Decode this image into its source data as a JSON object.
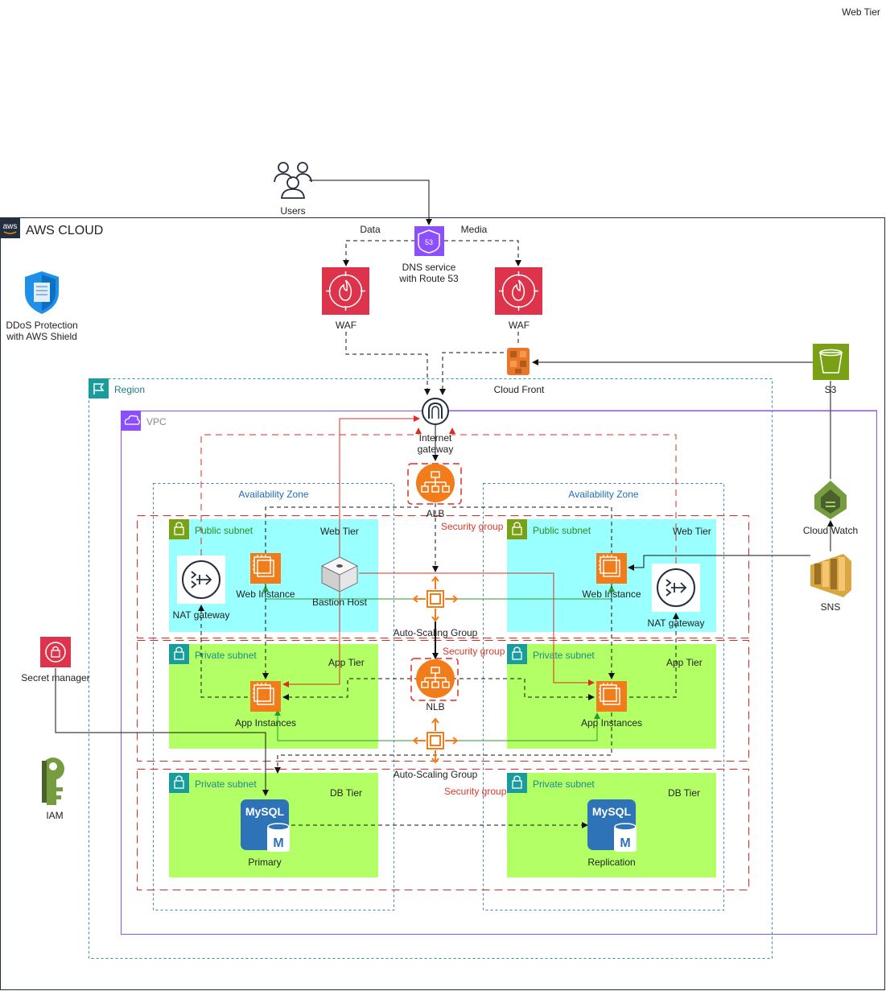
{
  "corner_label": "Web Tier",
  "cloud": {
    "title": "AWS CLOUD",
    "logo": "aws"
  },
  "users": {
    "label": "Users",
    "icon": "users-icon"
  },
  "dns": {
    "label_line1": "DNS service",
    "label_line2": "with Route 53",
    "badge": "53",
    "icon": "route53-icon"
  },
  "edge_labels": {
    "data": "Data",
    "media": "Media"
  },
  "waf_left": {
    "label": "WAF",
    "icon": "waf-icon"
  },
  "waf_right": {
    "label": "WAF",
    "icon": "waf-icon"
  },
  "cloudfront": {
    "label": "Cloud Front",
    "icon": "cloudfront-icon"
  },
  "s3": {
    "label": "S3",
    "icon": "s3-bucket-icon"
  },
  "shield": {
    "label_line1": "DDoS Protection",
    "label_line2": "with AWS Shield",
    "icon": "shield-icon"
  },
  "region": {
    "label": "Region",
    "icon": "region-flag-icon"
  },
  "vpc": {
    "label": "VPC",
    "icon": "vpc-cloud-icon"
  },
  "internet_gateway": {
    "label_line1": "Internet",
    "label_line2": "gateway",
    "icon": "internet-gateway-icon"
  },
  "alb": {
    "label": "ALB",
    "icon": "load-balancer-icon"
  },
  "nlb": {
    "label": "NLB",
    "icon": "load-balancer-icon"
  },
  "availability_zones": [
    {
      "label": "Availability Zone"
    },
    {
      "label": "Availability Zone"
    }
  ],
  "security_groups": [
    {
      "label": "Security group"
    },
    {
      "label": "Security group"
    },
    {
      "label": "Security group"
    }
  ],
  "web_tier": {
    "left": {
      "subnet": "Public subnet",
      "tier": "Web Tier",
      "instance": "Web Instance",
      "nat": "NAT gateway",
      "bastion": "Bastion Host"
    },
    "right": {
      "subnet": "Public subnet",
      "tier": "Web Tier",
      "instance": "Web Instance",
      "nat": "NAT gateway"
    }
  },
  "app_tier": {
    "left": {
      "subnet": "Private subnet",
      "tier": "App Tier",
      "instance": "App Instances"
    },
    "right": {
      "subnet": "Private subnet",
      "tier": "App Tier",
      "instance": "App Instances"
    }
  },
  "db_tier": {
    "left": {
      "subnet": "Private subnet",
      "tier": "DB Tier",
      "db": "Primary"
    },
    "right": {
      "subnet": "Private subnet",
      "tier": "DB Tier",
      "db": "Replication"
    }
  },
  "mysql_badge": {
    "text": "MySQL",
    "letter": "M"
  },
  "autoscaling": [
    {
      "label": "Auto-Scaling Group"
    },
    {
      "label": "Auto-Scaling Group"
    }
  ],
  "cloudwatch": {
    "label": "Cloud Watch",
    "icon": "cloudwatch-icon"
  },
  "sns": {
    "label": "SNS",
    "icon": "sns-icon"
  },
  "secret_manager": {
    "label": "Secret manager",
    "icon": "secrets-manager-icon"
  },
  "iam": {
    "label": "IAM",
    "icon": "iam-key-icon"
  },
  "colors": {
    "web_subnet": "#99ffff",
    "app_subnet": "#b3ff66",
    "compute_orange": "#f27b1a",
    "security_red": "#e02b20",
    "vpc_purple": "#8c4fff",
    "region_teal": "#1a9c9c",
    "az_blue": "#3a7fc2",
    "green_line": "#2a9d2a"
  }
}
